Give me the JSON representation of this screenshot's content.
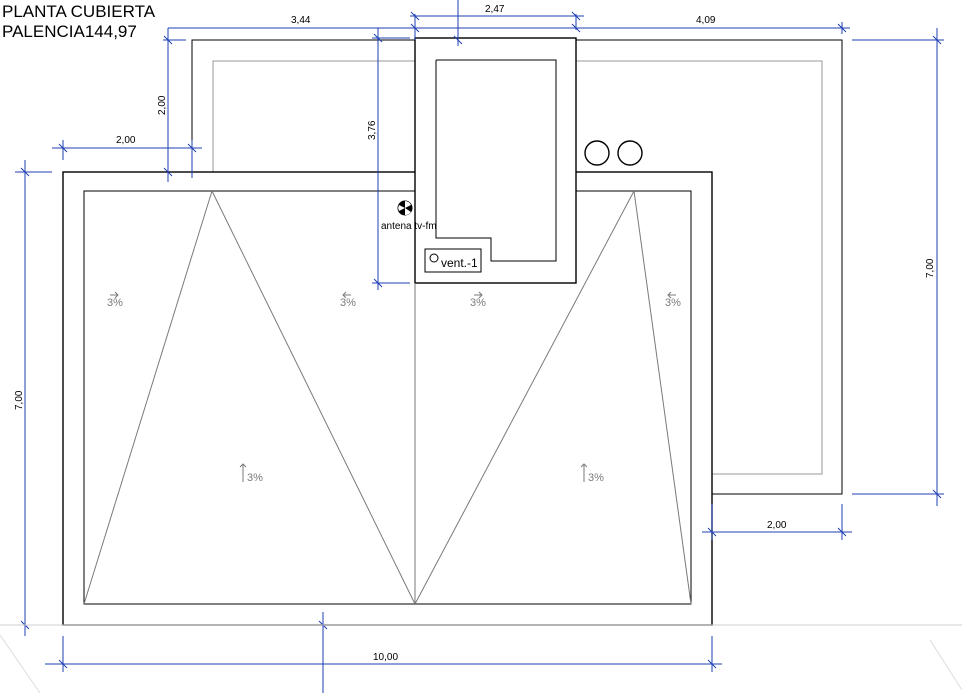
{
  "title": {
    "line1": "PLANTA CUBIERTA",
    "line2": "PALENCIA144,97"
  },
  "dimensions": {
    "top_left_width": "3,44",
    "top_mid_width": "2,47",
    "top_right_width": "4,09",
    "left_upper_height": "2,00",
    "left_offset": "2,00",
    "shaft_height": "3,76",
    "right_height": "7,00",
    "left_height": "7,00",
    "right_offset": "2,00",
    "bottom_width": "10,00"
  },
  "labels": {
    "antenna": "antena tv-fm",
    "vent": "vent.-1"
  },
  "slopes": {
    "upper_left_a": "3%",
    "upper_left_b": "3%",
    "upper_right_a": "3%",
    "upper_right_b": "3%",
    "lower_left": "3%",
    "lower_right": "3%"
  },
  "colors": {
    "dimension_lines": "#1f3fb5",
    "walls": "#000000",
    "slope_lines": "#7a7a7a"
  }
}
